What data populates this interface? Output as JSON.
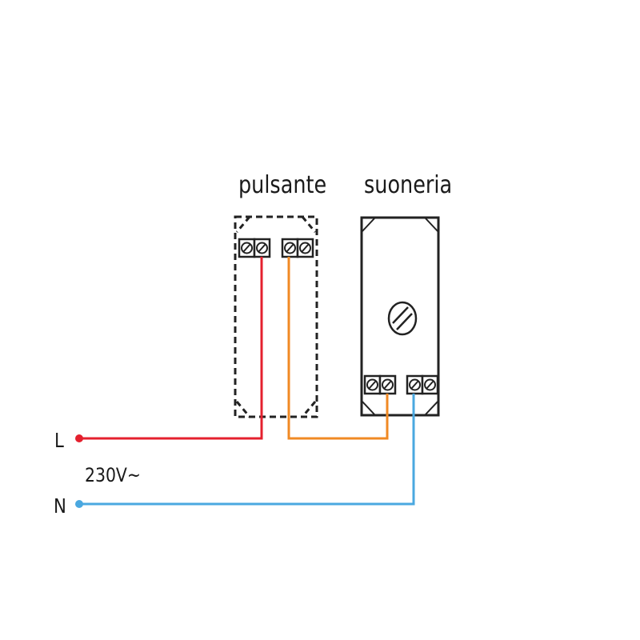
{
  "labels": {
    "switch": "pulsante",
    "bell": "suoneria",
    "line": "L",
    "neutral": "N",
    "voltage": "230V~"
  },
  "colors": {
    "line_wire": "#e4202e",
    "switched_wire": "#f08a24",
    "neutral_wire": "#4aa8e0",
    "outline": "#222222"
  }
}
